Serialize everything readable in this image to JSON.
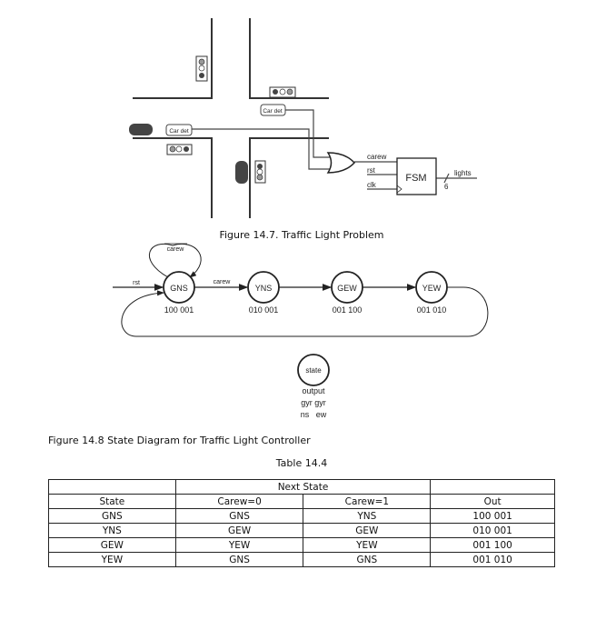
{
  "figure1": {
    "car_detector_label": "Car det",
    "or_output_label": "carew",
    "fsm_label": "FSM",
    "inputs": [
      "rst",
      "clk"
    ],
    "output_label": "lights",
    "bus_width": "6",
    "caption": "Figure 14.7. Traffic Light Problem"
  },
  "figure2": {
    "self_loop_label": "carew",
    "reset_label": "rst",
    "transition_label": "carew",
    "states": [
      {
        "name": "GNS",
        "output": "100 001"
      },
      {
        "name": "YNS",
        "output": "010 001"
      },
      {
        "name": "GEW",
        "output": "001 100"
      },
      {
        "name": "YEW",
        "output": "001 010"
      }
    ],
    "legend": {
      "state": "state",
      "output": "output",
      "line1": "gyr gyr",
      "line2": "ns   ew"
    },
    "caption": "Figure 14.8 State Diagram for Traffic Light Controller"
  },
  "table": {
    "title": "Table 14.4",
    "group_header": "Next State",
    "headers": [
      "State",
      "Carew=0",
      "Carew=1",
      "Out"
    ],
    "rows": [
      [
        "GNS",
        "GNS",
        "YNS",
        "100 001"
      ],
      [
        "YNS",
        "GEW",
        "GEW",
        "010 001"
      ],
      [
        "GEW",
        "YEW",
        "YEW",
        "001 100"
      ],
      [
        "YEW",
        "GNS",
        "GNS",
        "001 010"
      ]
    ]
  }
}
